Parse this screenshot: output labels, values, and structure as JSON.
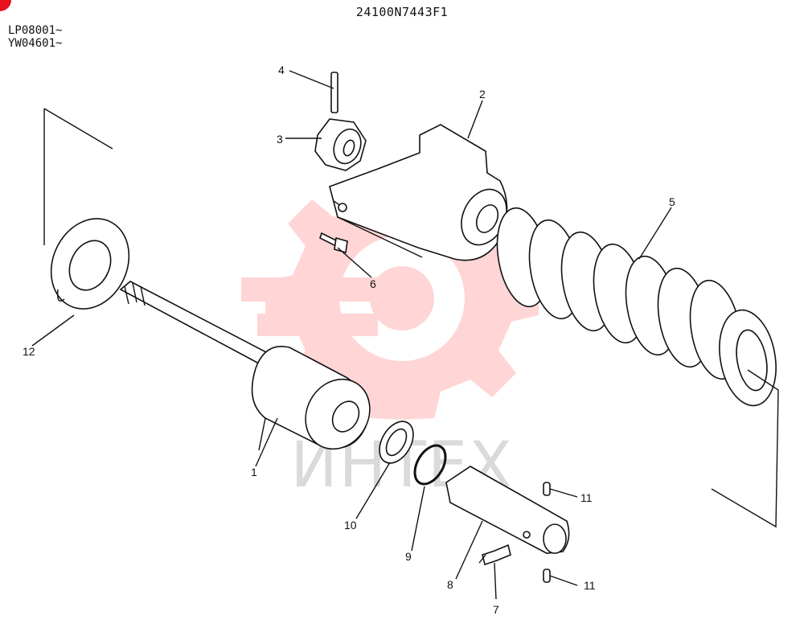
{
  "header": {
    "drawing_code": "24100N7443F1",
    "serial_ranges": [
      "LP08001~",
      "YW04601~"
    ]
  },
  "watermark": {
    "text": "ИНТЕХ",
    "color": "#ff7a7a"
  },
  "corner_marker": {
    "color": "#e8101e"
  },
  "callouts": [
    "1",
    "2",
    "3",
    "4",
    "5",
    "6",
    "7",
    "8",
    "9",
    "10",
    "11",
    "11",
    "12"
  ]
}
